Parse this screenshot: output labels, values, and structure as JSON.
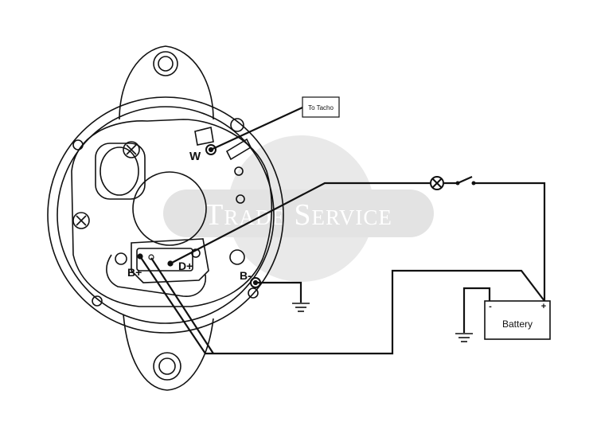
{
  "labels": {
    "tacho": "To Tacho",
    "w_terminal": "W",
    "d_plus": "D+",
    "b_plus": "B+",
    "b_minus": "B-",
    "battery": "Battery",
    "battery_minus": "-",
    "battery_plus": "+"
  },
  "watermark": "Trade Service",
  "colors": {
    "line": "#111111",
    "watermark": "#e6e6e6"
  }
}
